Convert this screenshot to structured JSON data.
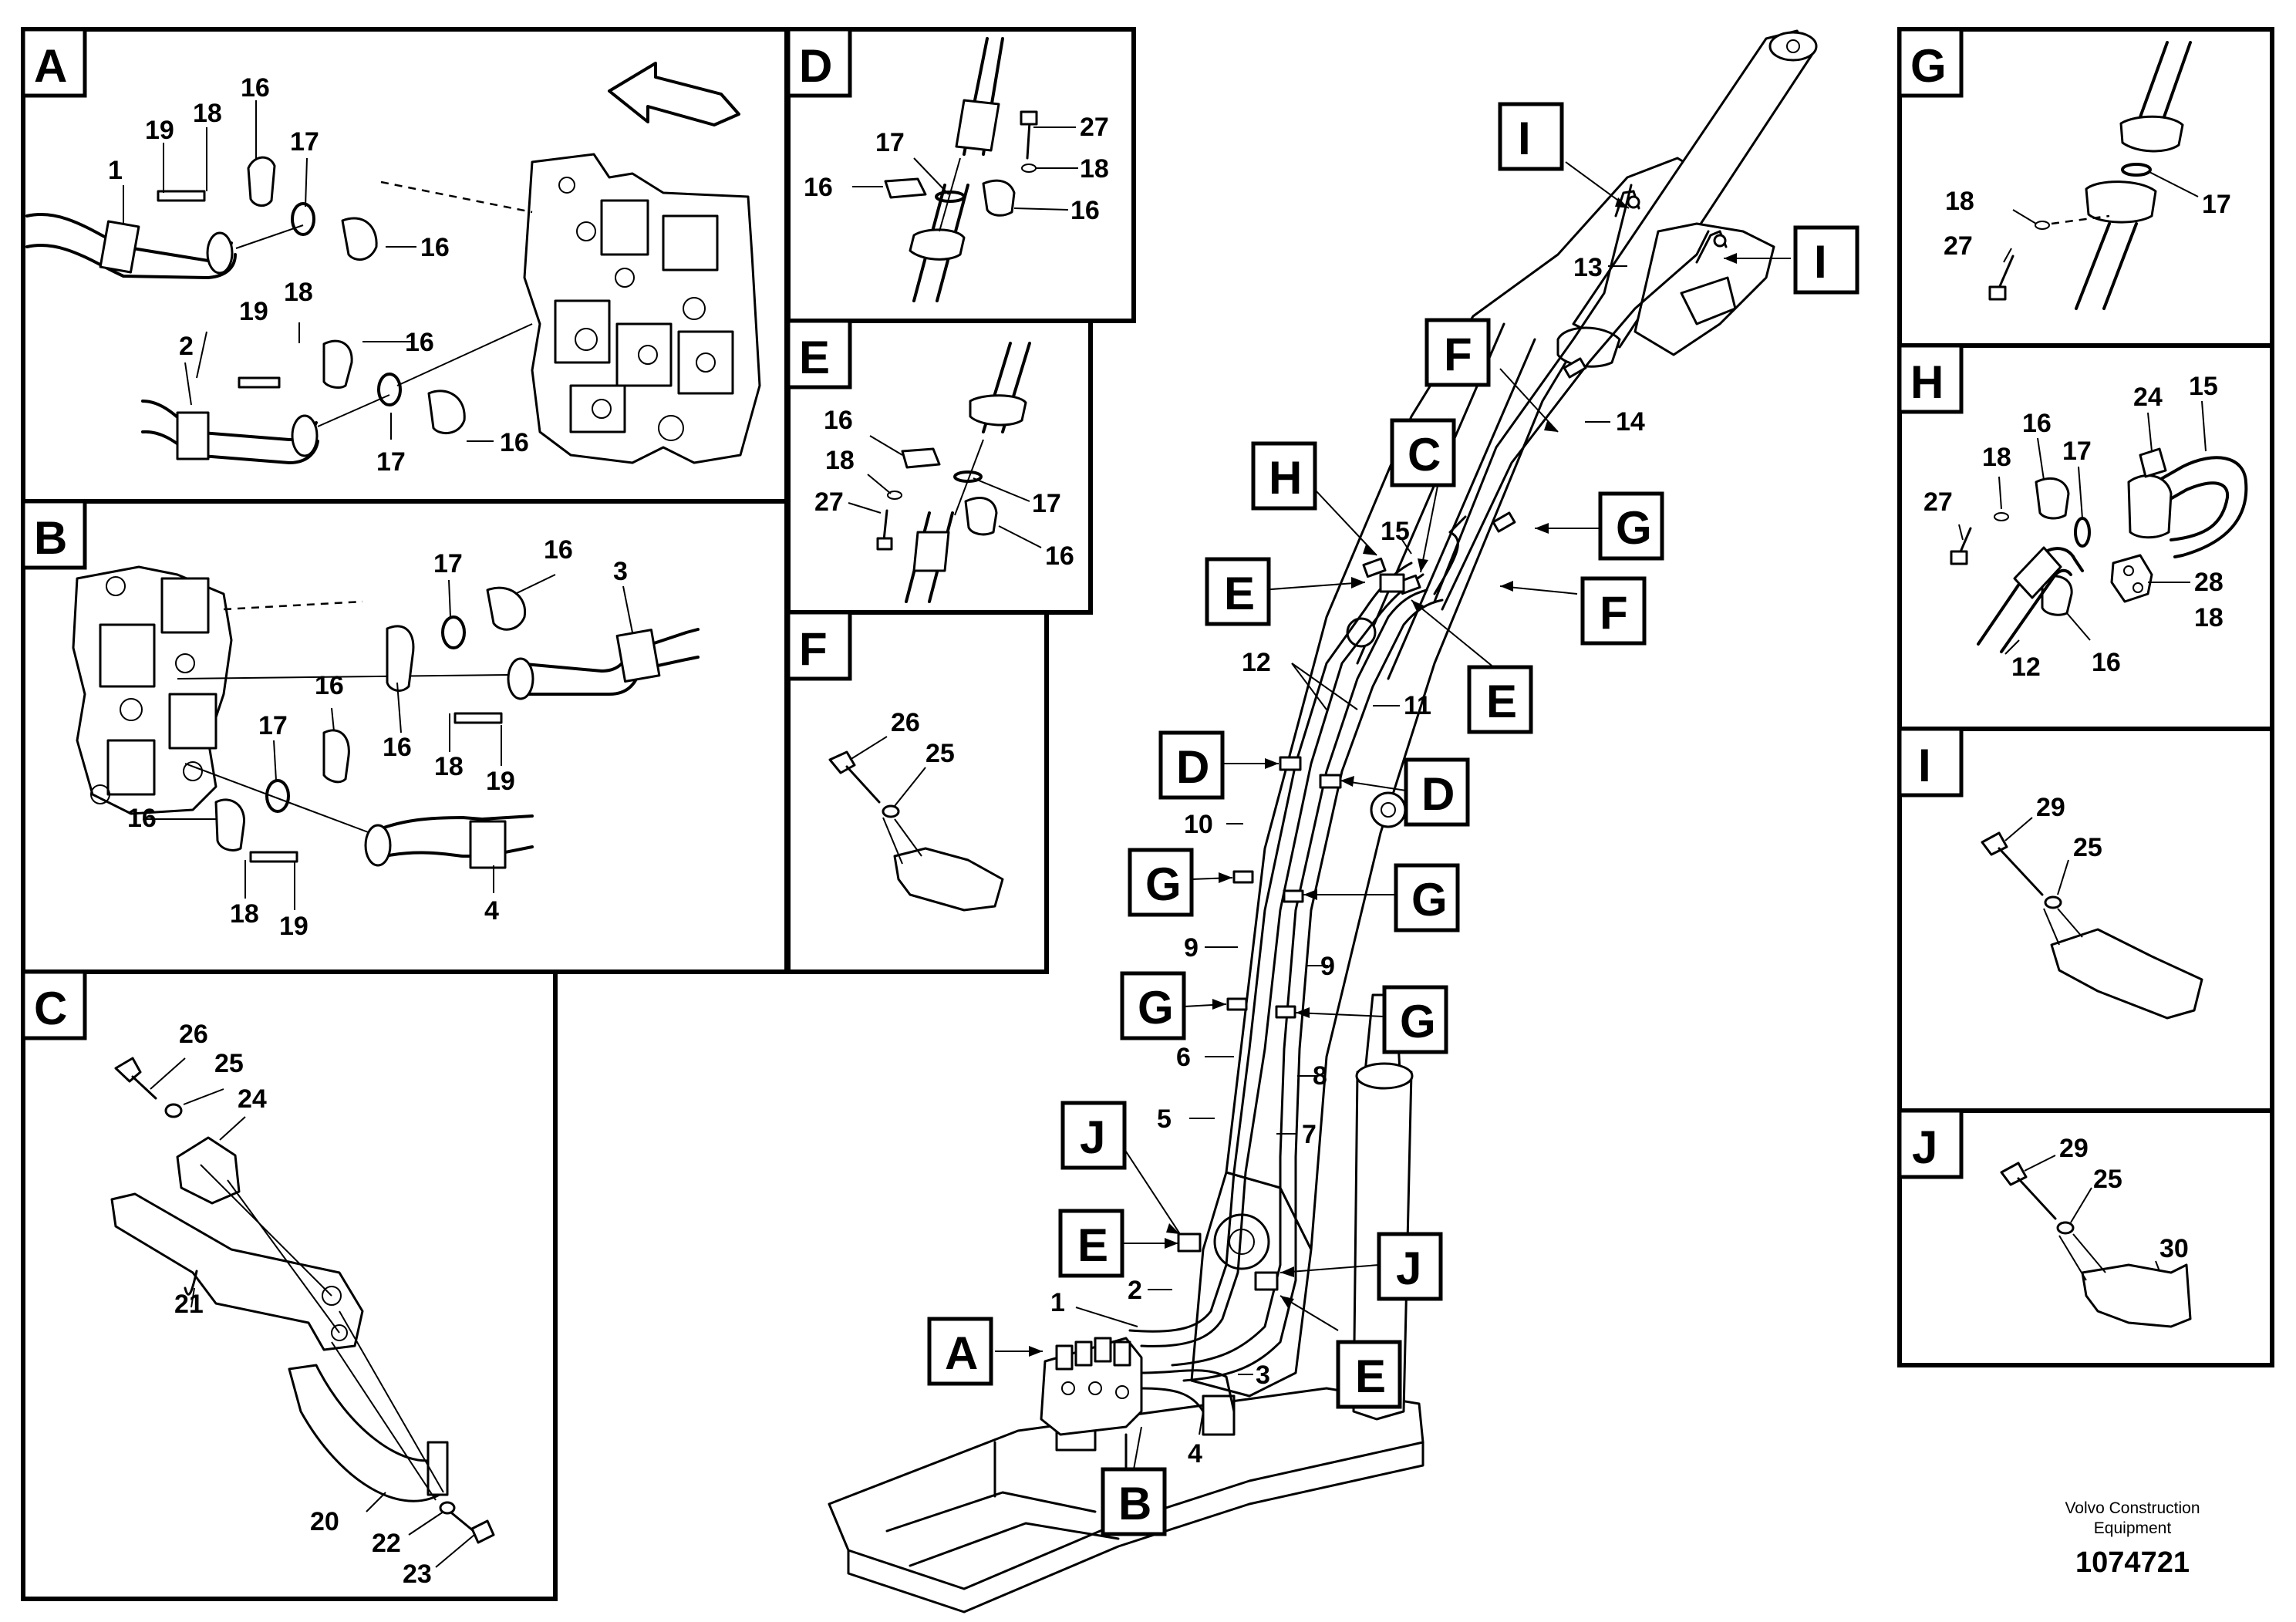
{
  "panels": {
    "A": {
      "letter": "A",
      "labels": {
        "p1": "1",
        "p19a": "19",
        "p18a": "18",
        "p16a": "16",
        "p17a": "17",
        "p16b": "16",
        "p2": "2",
        "p19b": "19",
        "p18b": "18",
        "p16c": "16",
        "p17b": "17",
        "p16d": "16"
      }
    },
    "B": {
      "letter": "B",
      "labels": {
        "p17a": "17",
        "p16a": "16",
        "p3": "3",
        "p16b": "16",
        "p17b": "17",
        "p16c": "16",
        "p18a": "18",
        "p19a": "19",
        "p16d": "16",
        "p18b": "18",
        "p19b": "19",
        "p4": "4"
      }
    },
    "C": {
      "letter": "C",
      "labels": {
        "p26": "26",
        "p25": "25",
        "p24": "24",
        "p21": "21",
        "p20": "20",
        "p22": "22",
        "p23": "23"
      }
    },
    "D": {
      "letter": "D",
      "labels": {
        "p27": "27",
        "p17": "17",
        "p18": "18",
        "p16a": "16",
        "p16b": "16"
      }
    },
    "E": {
      "letter": "E",
      "labels": {
        "p16a": "16",
        "p18": "18",
        "p27": "27",
        "p17": "17",
        "p16b": "16"
      }
    },
    "F": {
      "letter": "F",
      "labels": {
        "p26": "26",
        "p25": "25"
      }
    },
    "G": {
      "letter": "G",
      "labels": {
        "p18": "18",
        "p17": "17",
        "p27": "27"
      }
    },
    "H": {
      "letter": "H",
      "labels": {
        "p16a": "16",
        "p24": "24",
        "p15": "15",
        "p18a": "18",
        "p17": "17",
        "p27": "27",
        "p28": "28",
        "p18b": "18",
        "p12": "12",
        "p16b": "16"
      }
    },
    "I": {
      "letter": "I",
      "labels": {
        "p29": "29",
        "p25": "25"
      }
    },
    "J": {
      "letter": "J",
      "labels": {
        "p29": "29",
        "p25": "25",
        "p30": "30"
      }
    }
  },
  "main": {
    "callouts": {
      "I1": "I",
      "I2": "I",
      "F1": "F",
      "F2": "F",
      "H": "H",
      "C": "C",
      "G1": "G",
      "E1": "E",
      "E2": "E",
      "D1": "D",
      "D2": "D",
      "G2": "G",
      "G3": "G",
      "G4": "G",
      "G5": "G",
      "J1": "J",
      "J2": "J",
      "E3": "E",
      "E4": "E",
      "A": "A",
      "B": "B"
    },
    "labels": {
      "n13": "13",
      "n14": "14",
      "n15": "15",
      "n12": "12",
      "n11": "11",
      "n10": "10",
      "n9a": "9",
      "n9b": "9",
      "n6": "6",
      "n8": "8",
      "n5": "5",
      "n7": "7",
      "n1": "1",
      "n2": "2",
      "n3": "3",
      "n4": "4"
    }
  },
  "footer": {
    "brand_line1": "Volvo Construction",
    "brand_line2": "Equipment",
    "doc_number": "1074721"
  }
}
